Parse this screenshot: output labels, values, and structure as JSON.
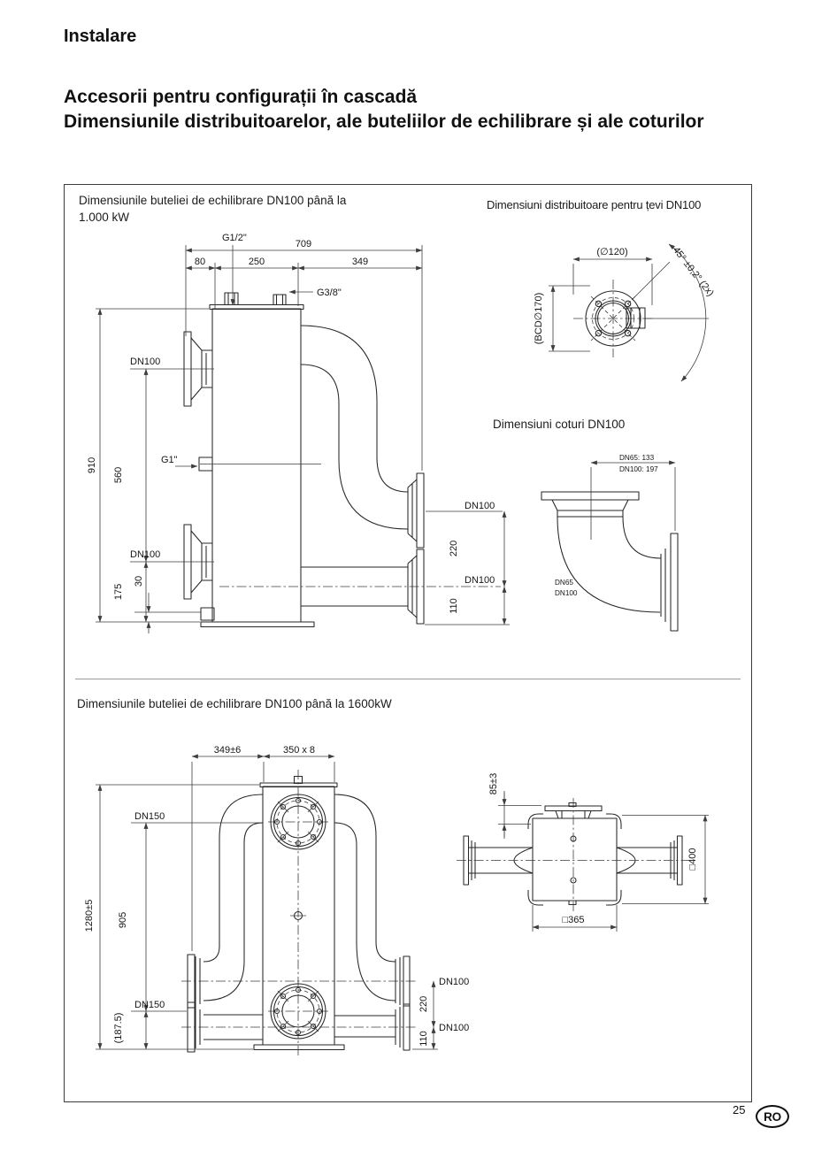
{
  "page": {
    "title": "Instalare",
    "heading": [
      "Accesorii pentru configurații în cascadă",
      "Dimensiunile distribuitoarelor, ale buteliilor de echilibrare și ale coturilor"
    ],
    "page_number": "25",
    "country_badge": "RO"
  },
  "fig_butelie_1000": {
    "caption": [
      "Dimensiunile buteliei de echilibrare DN100 până la",
      "1.000 kW"
    ],
    "labels": {
      "g12": "G1/2\"",
      "g38": "G3/8\"",
      "g1": "G1\"",
      "d709": "709",
      "d80": "80",
      "d250": "250",
      "d349": "349",
      "d910": "910",
      "d560": "560",
      "d175": "175",
      "d30": "30",
      "dn100_left_top": "DN100",
      "dn100_left_bottom": "DN100",
      "dn100_right_top": "DN100",
      "dn100_right_bottom": "DN100",
      "d220": "220",
      "d110": "110"
    }
  },
  "fig_distribuitor": {
    "caption": "Dimensiuni distribuitoare pentru țevi DN100",
    "labels": {
      "dia120": "(∅120)",
      "bcd170": "(BCD∅170)",
      "angle": "45° ±0,2° (2x)"
    }
  },
  "fig_coturi": {
    "caption": "Dimensiuni coturi DN100",
    "labels": {
      "dn65_len": "DN65: 133",
      "dn100_len": "DN100: 197",
      "dn65": "DN65",
      "dn100": "DN100"
    }
  },
  "fig_butelie_1600": {
    "caption": "Dimensiunile buteliei de echilibrare DN100 până la 1600kW",
    "labels": {
      "d349": "349±6",
      "d350": "350 x 8",
      "d1280": "1280±5",
      "d905": "905",
      "d1875": "(187.5)",
      "dn150_top": "DN150",
      "dn150_bottom": "DN150",
      "dn100_top": "DN100",
      "dn100_bottom": "DN100",
      "d220": "220",
      "d110": "110",
      "d85": "85±3",
      "sq400": "□400",
      "sq365": "□365"
    }
  },
  "colors": {
    "ink": "#262626",
    "border": "#3c3c3c"
  }
}
